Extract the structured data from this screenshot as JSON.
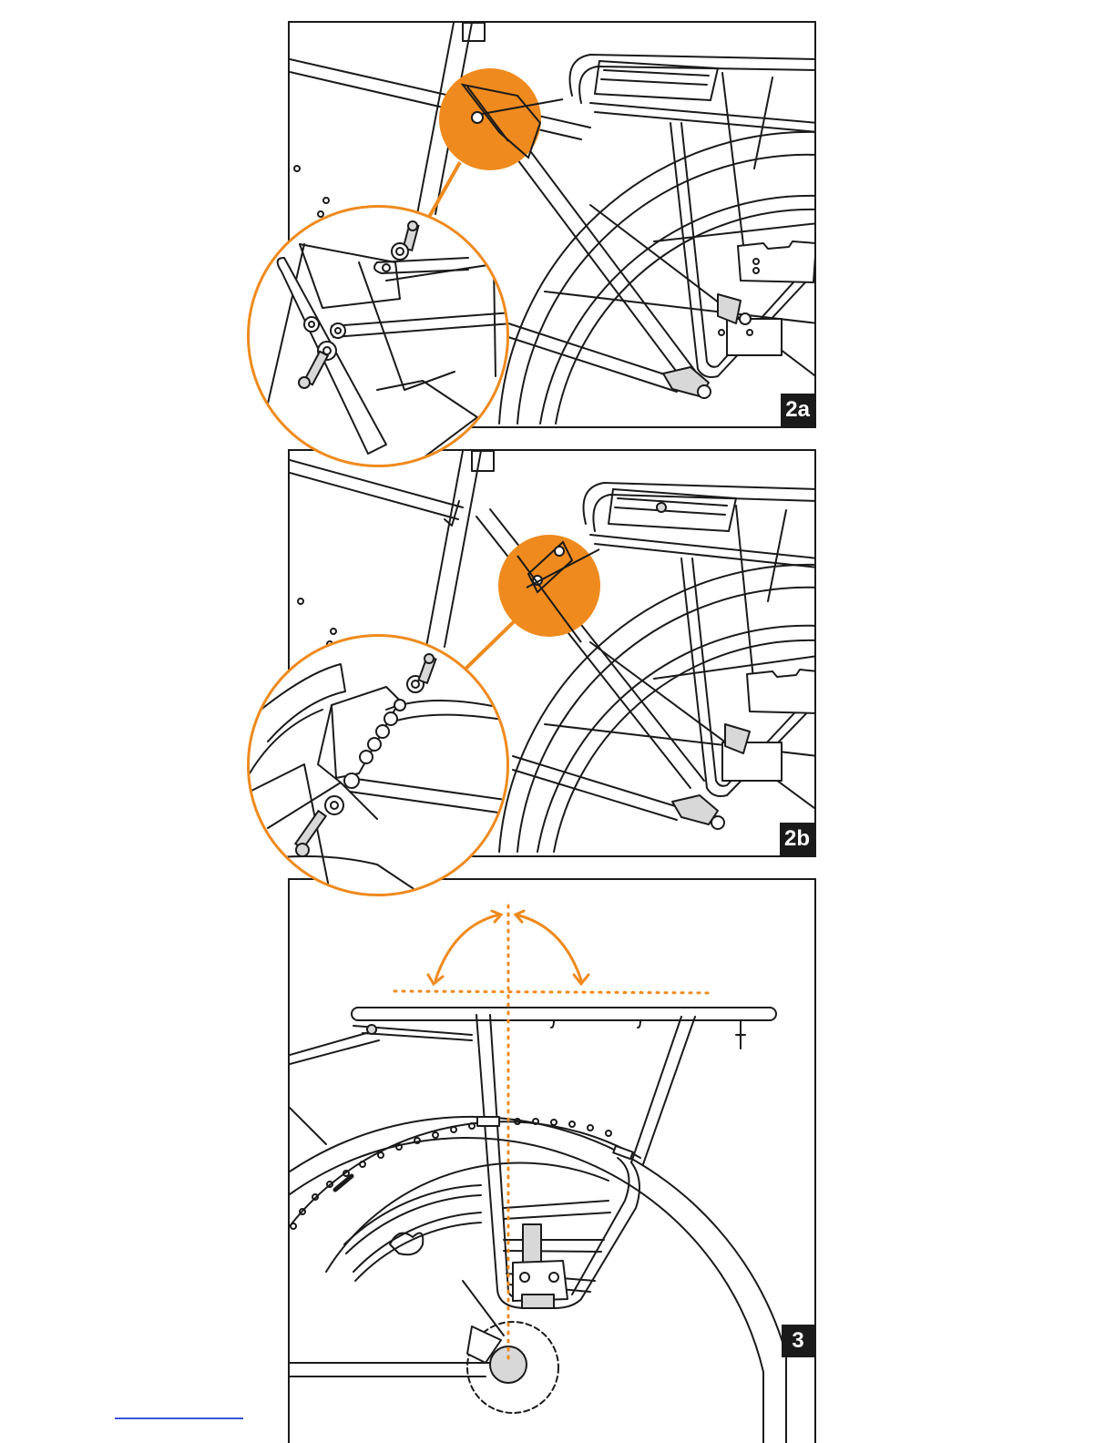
{
  "steps": [
    {
      "id": "2a",
      "label": "2a"
    },
    {
      "id": "2b",
      "label": "2b"
    },
    {
      "id": "3",
      "label": "3"
    }
  ],
  "colors": {
    "accent": "#ef8a1e",
    "line": "#1a1a1a",
    "part_fill": "#d8d8d8",
    "link": "#3a55d9"
  },
  "icons": [
    "bolt-icon",
    "washer-icon",
    "adjustment-arrow-icon"
  ]
}
